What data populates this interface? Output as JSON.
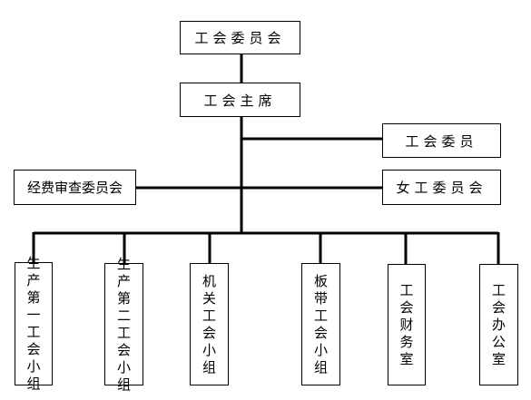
{
  "top": {
    "committee": "工会委员会",
    "chair": "工会主席"
  },
  "right": {
    "member": "工会委员",
    "women": "女工委员会"
  },
  "left": {
    "audit": "经费审查委员会"
  },
  "units": [
    {
      "label": "生产第一工会小组"
    },
    {
      "label": "生产第二工会小组"
    },
    {
      "label": "机关工会小组"
    },
    {
      "label": "板带工会小组"
    },
    {
      "label": "工会财务室"
    },
    {
      "label": "工会办公室"
    }
  ]
}
